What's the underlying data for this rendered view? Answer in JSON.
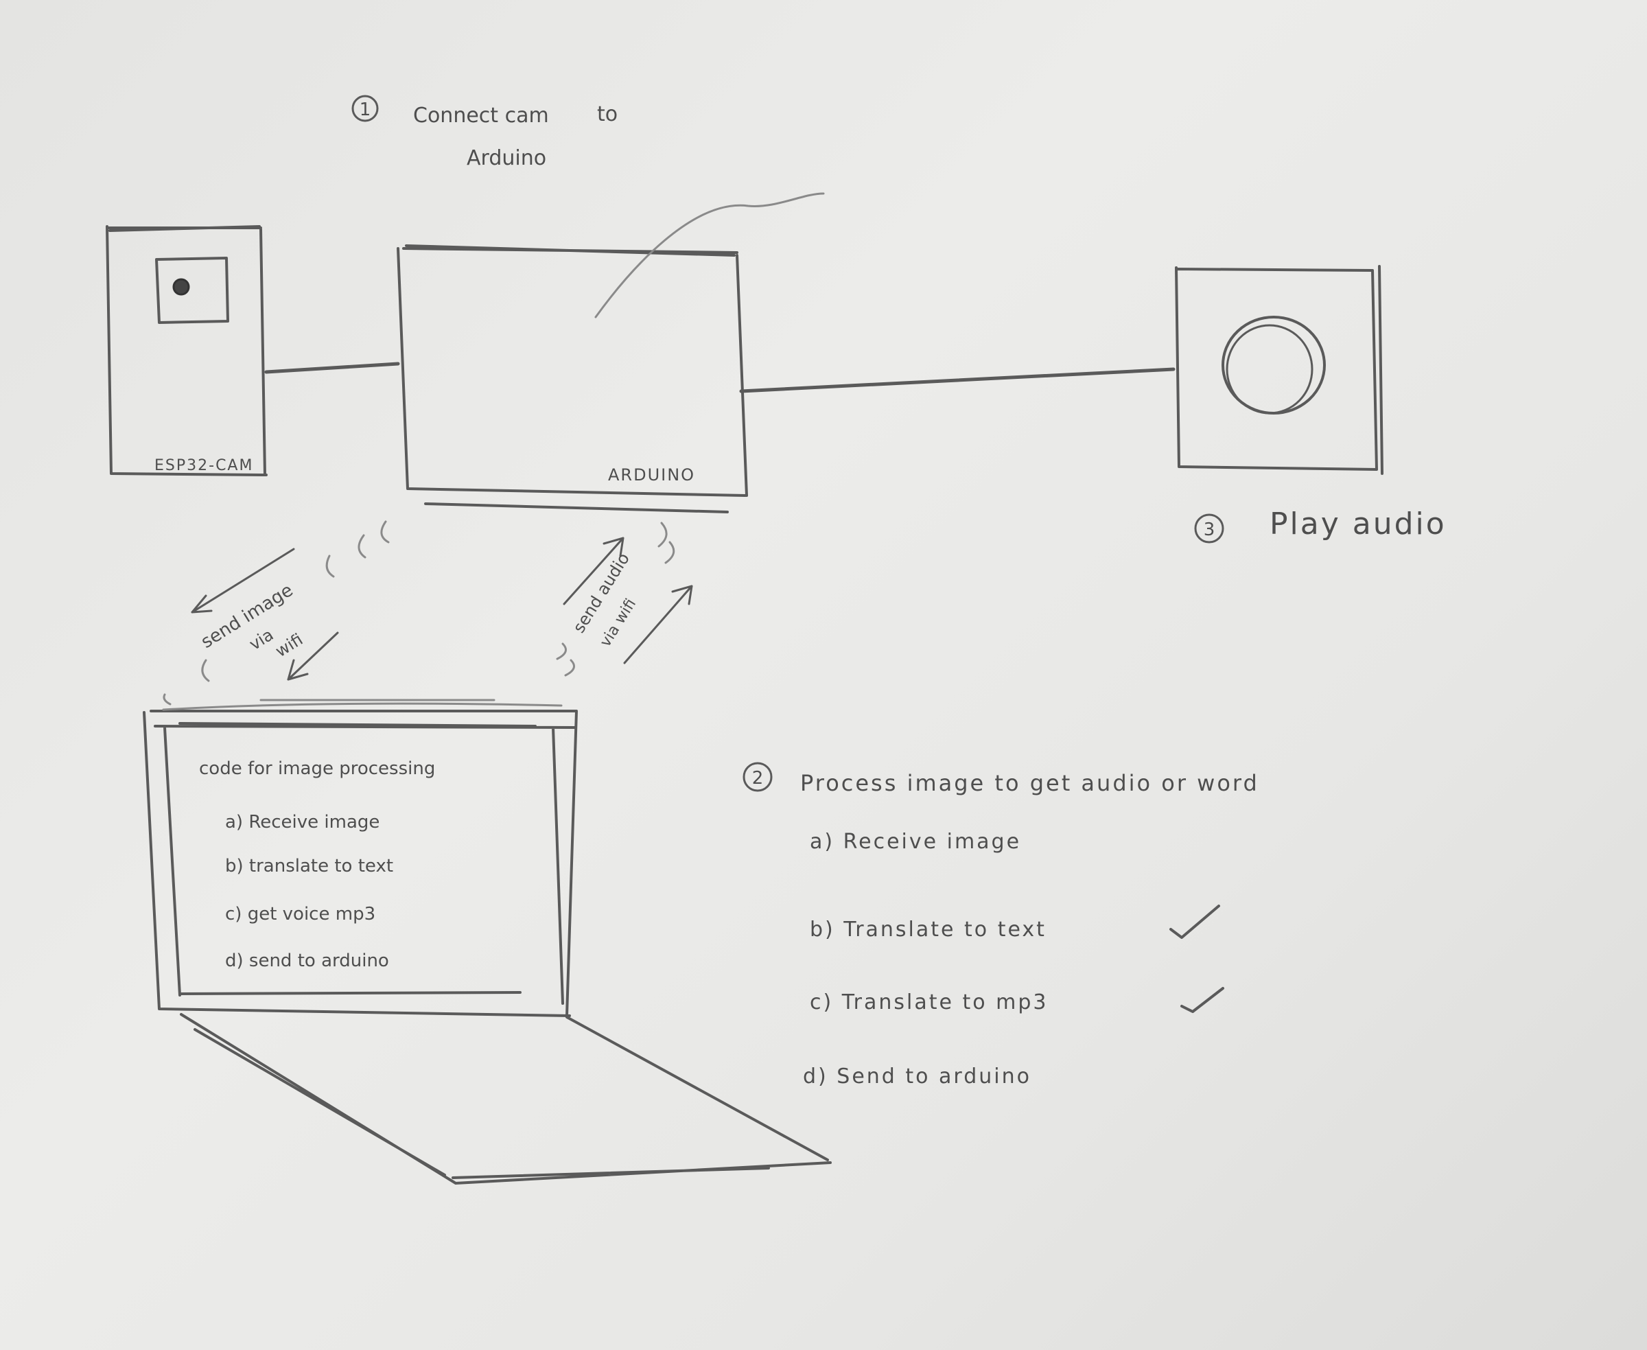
{
  "step1": {
    "number": "1",
    "label_line1": "Connect cam",
    "label_line1b": "to",
    "label_line2": "Arduino"
  },
  "camera": {
    "label": "ESP32-CAM",
    "icon": "camera-icon"
  },
  "arduino": {
    "label": "ARDUINO"
  },
  "speaker": {
    "icon": "speaker-icon"
  },
  "step3": {
    "number": "3",
    "label": "Play audio"
  },
  "arrow_left": {
    "line1": "send image",
    "line2": "via",
    "line3": "wifi"
  },
  "arrow_right": {
    "line1": "send audio",
    "line2": "via wifi"
  },
  "laptop": {
    "title": "code for image processing",
    "items": [
      "a) Receive image",
      "b) translate to text",
      "c) get voice mp3",
      "d) send to arduino"
    ]
  },
  "step2": {
    "number": "2",
    "title": "Process image to get audio or word",
    "items": [
      {
        "text": "a) Receive image",
        "checked": false
      },
      {
        "text": "b) Translate to text",
        "checked": true
      },
      {
        "text": "c) Translate to mp3",
        "checked": true
      },
      {
        "text": "d) Send to arduino",
        "checked": false
      }
    ]
  }
}
